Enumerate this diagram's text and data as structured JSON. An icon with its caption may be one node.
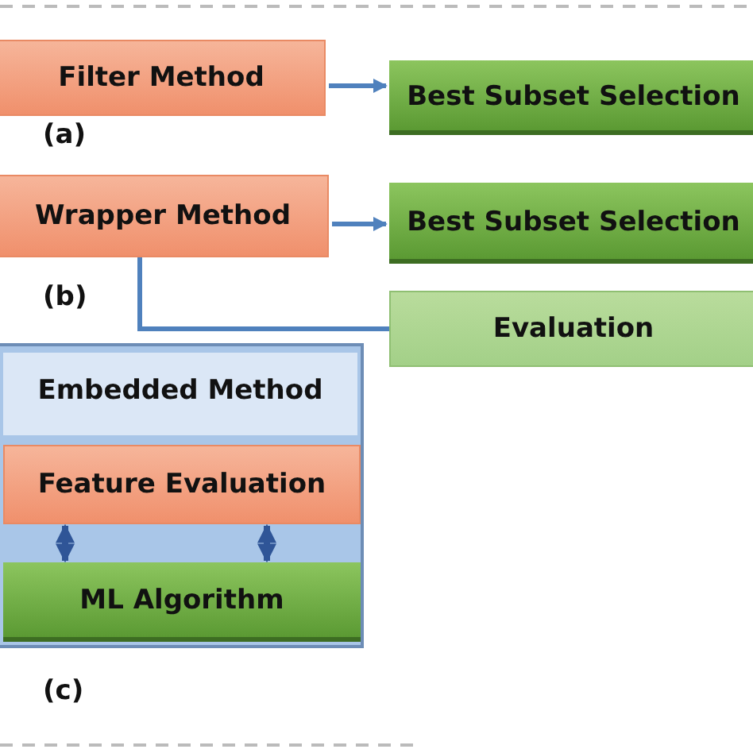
{
  "diagram": {
    "nodes": [
      {
        "text": [
          "Filter Method"
        ]
      },
      {
        "text": [
          "Best Subset Selection"
        ]
      },
      {
        "text": [
          "Wrapper Method"
        ]
      },
      {
        "text": [
          "Best Subset Selection"
        ]
      },
      {
        "text": [
          "Evaluation"
        ]
      },
      {
        "text": [
          "Embedded Method"
        ]
      },
      {
        "text": [
          "Feature Evaluation"
        ],
        "in": 5
      },
      {
        "text": [
          "ML Algorithm"
        ],
        "in": 5
      }
    ],
    "edges": [
      {
        "from": 0,
        "to": 1,
        "arrow": "to"
      },
      {
        "from": 2,
        "to": 3,
        "arrow": "to"
      },
      {
        "from": 2,
        "to": 4,
        "arrow": "none"
      },
      {
        "from": 6,
        "to": 7,
        "arrow": "both"
      },
      {
        "from": 6,
        "to": 7,
        "arrow": "both"
      }
    ],
    "labels": [
      "(a)",
      "(b)",
      "(c)"
    ]
  }
}
